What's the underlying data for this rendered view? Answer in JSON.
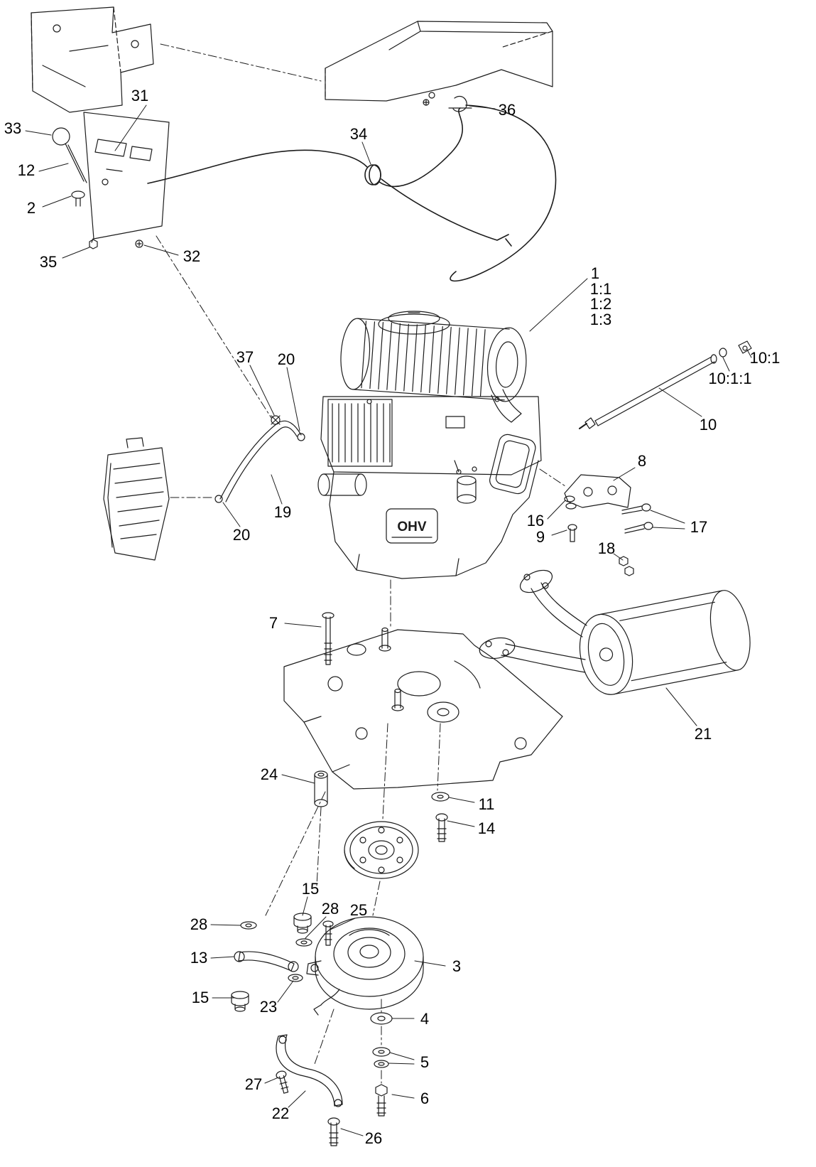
{
  "diagram": {
    "engine_brand_text": "OHV",
    "callouts": {
      "c1": "1",
      "c1_1": "1:1",
      "c1_2": "1:2",
      "c1_3": "1:3",
      "c2": "2",
      "c3": "3",
      "c4": "4",
      "c5": "5",
      "c6": "6",
      "c7": "7",
      "c8": "8",
      "c9": "9",
      "c10": "10",
      "c10_1": "10:1",
      "c10_1_1": "10:1:1",
      "c11": "11",
      "c12": "12",
      "c13": "13",
      "c14": "14",
      "c15_a": "15",
      "c15_b": "15",
      "c16": "16",
      "c17": "17",
      "c18": "18",
      "c19": "19",
      "c20_a": "20",
      "c20_b": "20",
      "c21": "21",
      "c22": "22",
      "c23": "23",
      "c24": "24",
      "c25": "25",
      "c26": "26",
      "c27": "27",
      "c28_a": "28",
      "c28_b": "28",
      "c31": "31",
      "c32": "32",
      "c33": "33",
      "c34": "34",
      "c35": "35",
      "c36": "36",
      "c37": "37"
    }
  }
}
